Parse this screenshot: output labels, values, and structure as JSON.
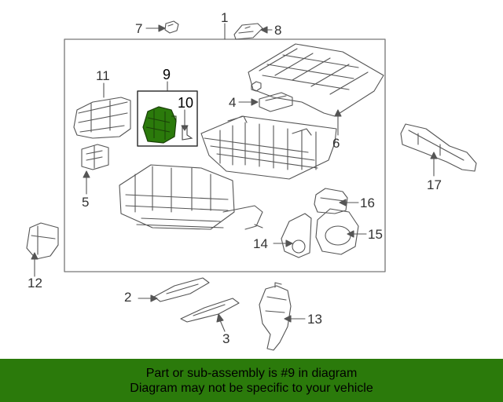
{
  "banner": {
    "line1": "Part or sub-assembly is #9 in diagram",
    "line2": "Diagram may not be specific to your vehicle",
    "background": "#2b7a0b"
  },
  "diagram": {
    "highlight_color": "#2b7a0b",
    "line_color": "#555555",
    "callouts": {
      "c1": "1",
      "c2": "2",
      "c3": "3",
      "c4": "4",
      "c5": "5",
      "c6": "6",
      "c7": "7",
      "c8": "8",
      "c9": "9",
      "c10": "10",
      "c11": "11",
      "c12": "12",
      "c13": "13",
      "c14": "14",
      "c15": "15",
      "c16": "16",
      "c17": "17"
    },
    "highlighted_part": "9"
  }
}
